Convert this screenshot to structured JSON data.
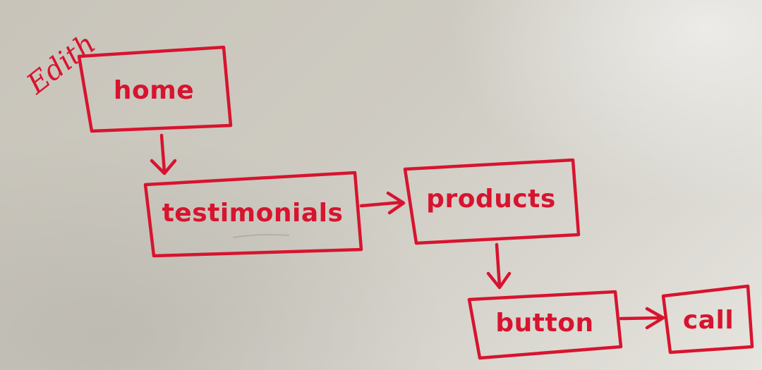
{
  "author_scribble": "Edith",
  "ink_color": "#d7142f",
  "nodes": [
    {
      "id": "home",
      "label": "home"
    },
    {
      "id": "testimonials",
      "label": "testimonials"
    },
    {
      "id": "products",
      "label": "products"
    },
    {
      "id": "button",
      "label": "button"
    },
    {
      "id": "call",
      "label": "call"
    }
  ],
  "edges": [
    {
      "from": "home",
      "to": "testimonials"
    },
    {
      "from": "testimonials",
      "to": "products"
    },
    {
      "from": "products",
      "to": "button"
    },
    {
      "from": "button",
      "to": "call"
    }
  ]
}
